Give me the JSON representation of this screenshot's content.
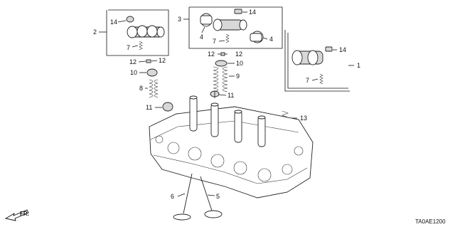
{
  "diagram": {
    "callouts": {
      "n1": "1",
      "n2": "2",
      "n3": "3",
      "n4a": "4",
      "n4b": "4",
      "n5": "5",
      "n6": "6",
      "n7a": "7",
      "n7b": "7",
      "n7c": "7",
      "n8": "8",
      "n9": "9",
      "n10a": "10",
      "n10b": "10",
      "n11a": "11",
      "n11b": "11",
      "n12a": "12",
      "n12b": "12",
      "n12c": "12",
      "n13": "13",
      "n14a": "14",
      "n14b": "14",
      "n14c": "14"
    },
    "direction_label": "FR.",
    "drawing_code": "TA0AE1200"
  }
}
